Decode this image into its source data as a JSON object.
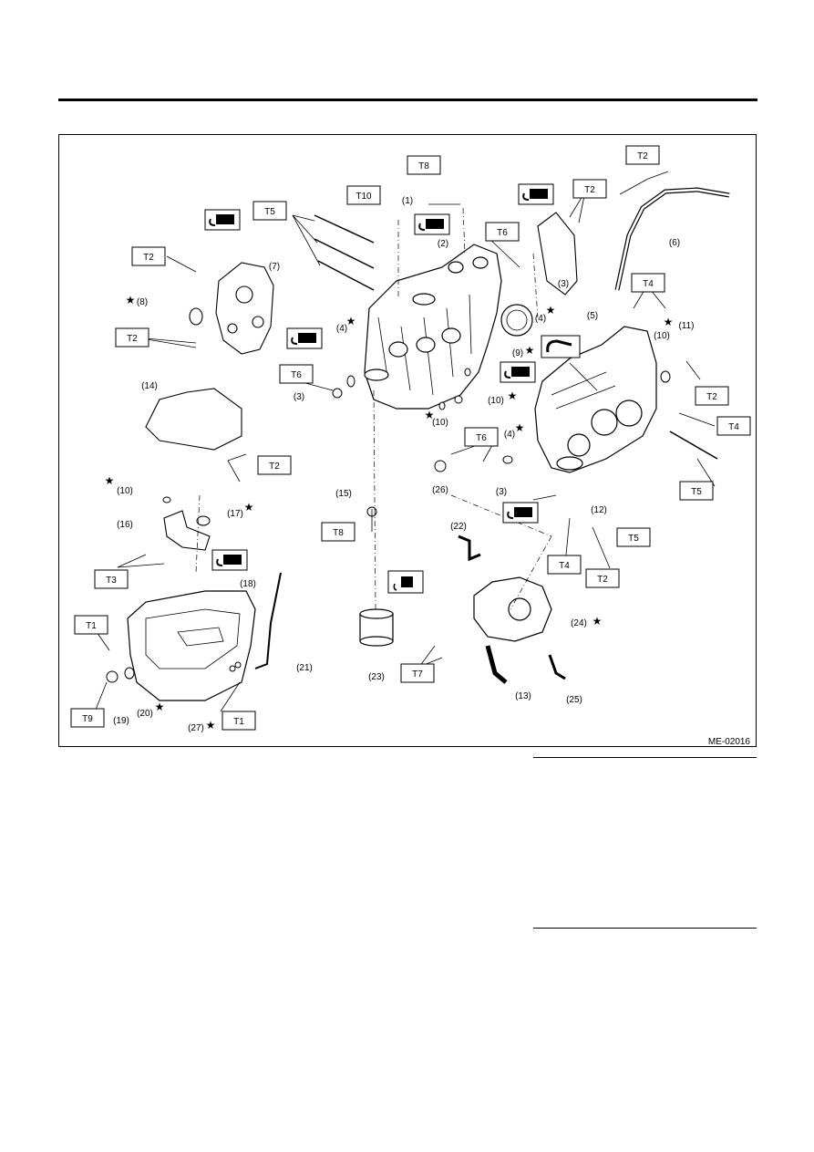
{
  "figure": {
    "code": "ME-02016",
    "torque_boxes": [
      {
        "id": "t8-top",
        "text": "T8"
      },
      {
        "id": "t10",
        "text": "T10"
      },
      {
        "id": "t5-top",
        "text": "T5"
      },
      {
        "id": "t2-left-upper",
        "text": "T2"
      },
      {
        "id": "t2-left-lower",
        "text": "T2"
      },
      {
        "id": "t6-left",
        "text": "T6"
      },
      {
        "id": "t2-pipe",
        "text": "T2"
      },
      {
        "id": "t2-cover",
        "text": "T2"
      },
      {
        "id": "t6-top",
        "text": "T6"
      },
      {
        "id": "t4-top",
        "text": "T4"
      },
      {
        "id": "t2-right",
        "text": "T2"
      },
      {
        "id": "t4-right",
        "text": "T4"
      },
      {
        "id": "t5-right",
        "text": "T5"
      },
      {
        "id": "t6-mid",
        "text": "T6"
      },
      {
        "id": "t5-mid",
        "text": "T5"
      },
      {
        "id": "t2-mid",
        "text": "T2"
      },
      {
        "id": "t4-mid",
        "text": "T4"
      },
      {
        "id": "t2-baffle",
        "text": "T2"
      },
      {
        "id": "t8-mid",
        "text": "T8"
      },
      {
        "id": "t3",
        "text": "T3"
      },
      {
        "id": "t1-left",
        "text": "T1"
      },
      {
        "id": "t9",
        "text": "T9"
      },
      {
        "id": "t1-bottom",
        "text": "T1"
      },
      {
        "id": "t7",
        "text": "T7"
      }
    ],
    "callouts": [
      {
        "id": "c1",
        "text": "(1)"
      },
      {
        "id": "c2",
        "text": "(2)"
      },
      {
        "id": "c3-top",
        "text": "(3)"
      },
      {
        "id": "c3-left",
        "text": "(3)"
      },
      {
        "id": "c3-mid",
        "text": "(3)"
      },
      {
        "id": "c4-left",
        "text": "(4)"
      },
      {
        "id": "c4-top",
        "text": "(4)"
      },
      {
        "id": "c4-mid",
        "text": "(4)"
      },
      {
        "id": "c5",
        "text": "(5)"
      },
      {
        "id": "c6",
        "text": "(6)"
      },
      {
        "id": "c7",
        "text": "(7)"
      },
      {
        "id": "c8",
        "text": "(8)"
      },
      {
        "id": "c9",
        "text": "(9)"
      },
      {
        "id": "c10-mid",
        "text": "(10)"
      },
      {
        "id": "c10-low",
        "text": "(10)"
      },
      {
        "id": "c10-right",
        "text": "(10)"
      },
      {
        "id": "c10-left",
        "text": "(10)"
      },
      {
        "id": "c11",
        "text": "(11)"
      },
      {
        "id": "c12",
        "text": "(12)"
      },
      {
        "id": "c13",
        "text": "(13)"
      },
      {
        "id": "c14",
        "text": "(14)"
      },
      {
        "id": "c15",
        "text": "(15)"
      },
      {
        "id": "c16",
        "text": "(16)"
      },
      {
        "id": "c17",
        "text": "(17)"
      },
      {
        "id": "c18",
        "text": "(18)"
      },
      {
        "id": "c19",
        "text": "(19)"
      },
      {
        "id": "c20",
        "text": "(20)"
      },
      {
        "id": "c21",
        "text": "(21)"
      },
      {
        "id": "c22",
        "text": "(22)"
      },
      {
        "id": "c23",
        "text": "(23)"
      },
      {
        "id": "c24",
        "text": "(24)"
      },
      {
        "id": "c25",
        "text": "(25)"
      },
      {
        "id": "c26",
        "text": "(26)"
      },
      {
        "id": "c27",
        "text": "(27)"
      }
    ],
    "replace_mark": "★",
    "icons": [
      "sealant-icon",
      "grease-icon",
      "oil-icon"
    ]
  }
}
